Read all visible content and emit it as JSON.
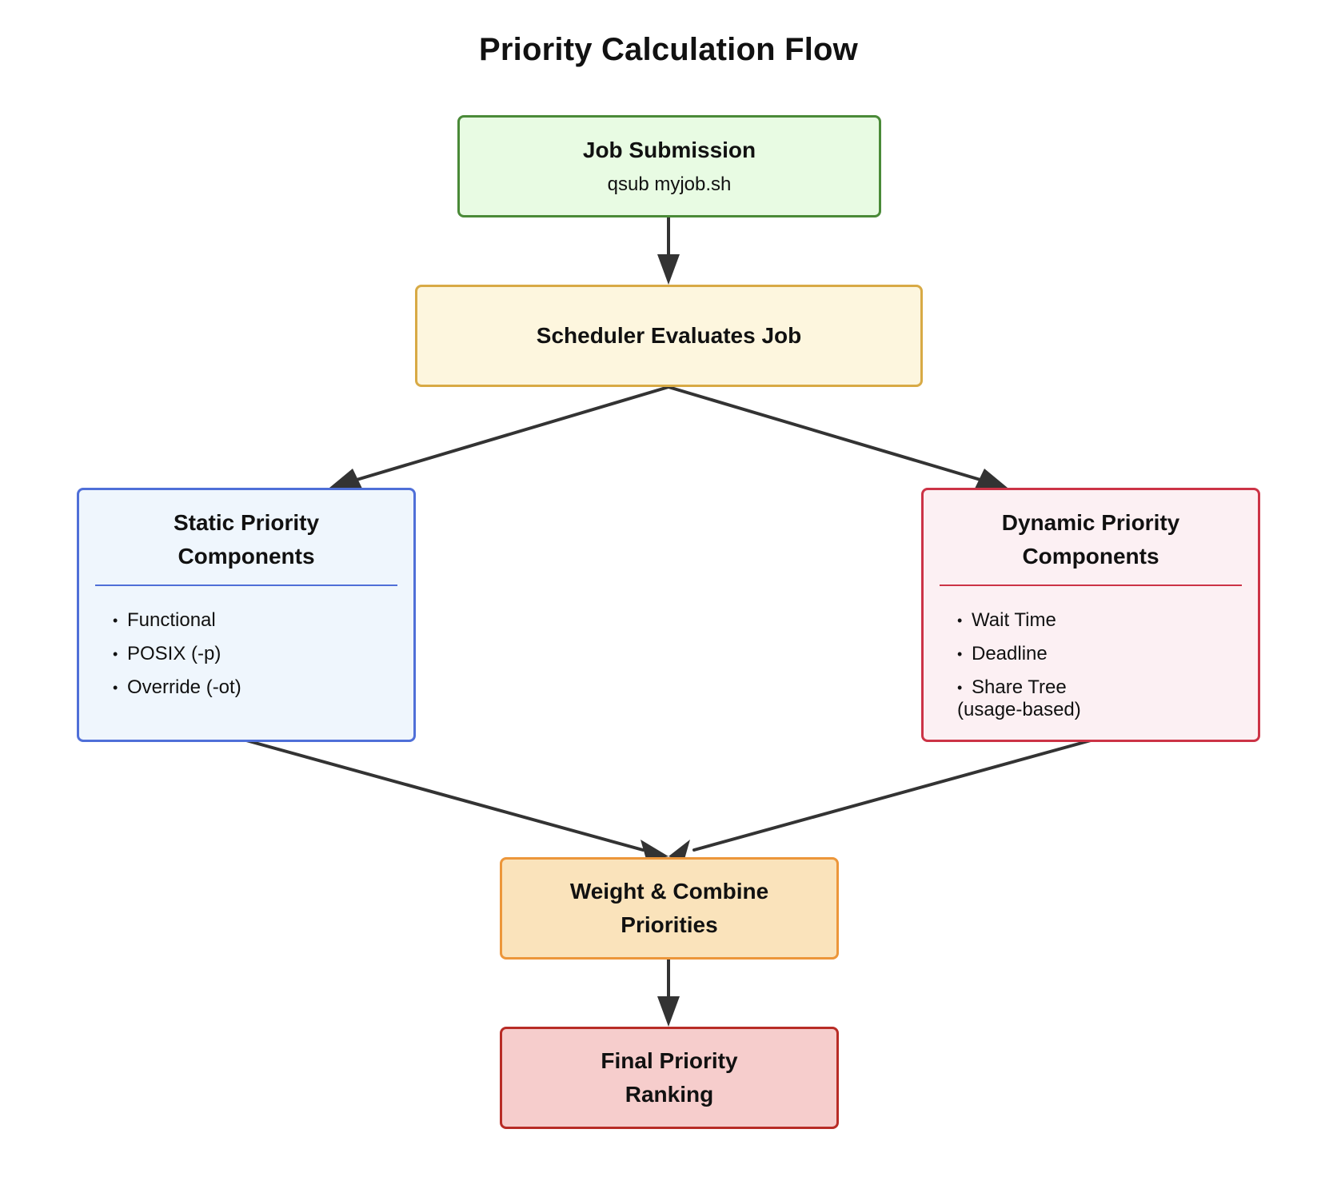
{
  "title": "Priority Calculation Flow",
  "colors": {
    "arrow": "#333333",
    "submission": {
      "fill": "#e8fbe3",
      "border": "#4a8a38"
    },
    "scheduler": {
      "fill": "#fdf6de",
      "border": "#d8aa45"
    },
    "static": {
      "fill": "#eff6fd",
      "border": "#4f6fd8"
    },
    "dynamic": {
      "fill": "#fcf0f3",
      "border": "#cc3346"
    },
    "combine": {
      "fill": "#fae3bb",
      "border": "#ec963a"
    },
    "final": {
      "fill": "#f6cdcc",
      "border": "#b82c26"
    }
  },
  "nodes": {
    "submission": {
      "title": "Job Submission",
      "subtitle": "qsub myjob.sh"
    },
    "scheduler": {
      "title": "Scheduler Evaluates Job"
    },
    "static": {
      "title_line1": "Static Priority",
      "title_line2": "Components",
      "items": [
        "Functional",
        "POSIX (-p)",
        "Override (-ot)"
      ]
    },
    "dynamic": {
      "title_line1": "Dynamic Priority",
      "title_line2": "Components",
      "items": [
        "Wait Time",
        "Deadline",
        "Share Tree"
      ],
      "item_continuation": "(usage-based)"
    },
    "combine": {
      "title_line1": "Weight & Combine",
      "title_line2": "Priorities"
    },
    "final": {
      "title_line1": "Final Priority",
      "title_line2": "Ranking"
    }
  },
  "edges": [
    {
      "from": "submission",
      "to": "scheduler"
    },
    {
      "from": "scheduler",
      "to": "static"
    },
    {
      "from": "scheduler",
      "to": "dynamic"
    },
    {
      "from": "static",
      "to": "combine"
    },
    {
      "from": "dynamic",
      "to": "combine"
    },
    {
      "from": "combine",
      "to": "final"
    }
  ]
}
